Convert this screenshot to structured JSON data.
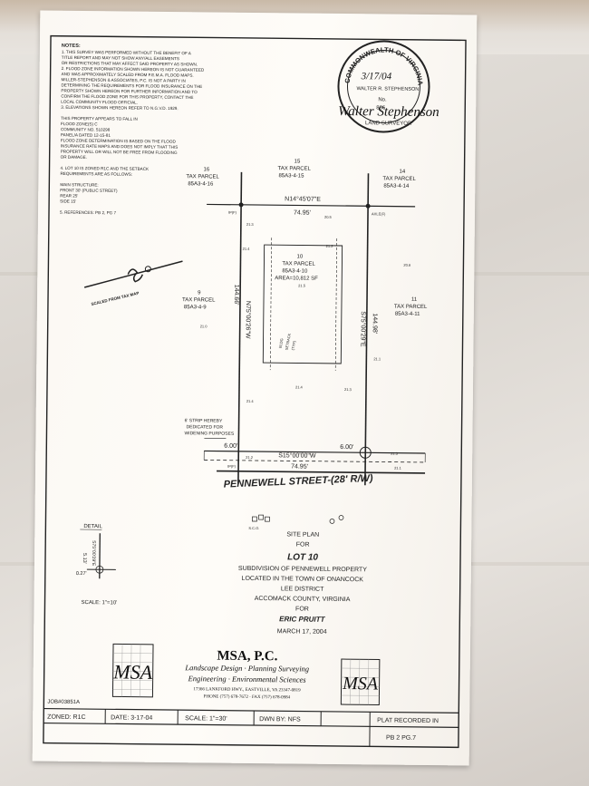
{
  "notes": {
    "title": "NOTES:",
    "lines": [
      "1. THIS SURVEY WAS PERFORMED WITHOUT THE BENEFIT OF A",
      "    TITLE REPORT AND MAY NOT SHOW ANY/ALL EASEMENTS",
      "    OR RESTRICTIONS THAT MAY AFFECT SAID PROPERTY AS SHOWN.",
      "2. FLOOD ZONE INFORMATION SHOWN HEREON IS NOT GUARANTEED",
      "    AND WAS APPROXIMATELY SCALED FROM F.E.M.A. FLOOD MAPS.",
      "    MILLER-STEPHENSON & ASSOCIATES, P.C. IS NOT A PARTY IN",
      "    DETERMINING THE REQUIREMENTS FOR FLOOD INSURANCE ON THE",
      "    PROPERTY SHOWN HEREON FOR FURTHER INFORMATION AND TO",
      "    CONFIRM THE FLOOD ZONE FOR THIS PROPERTY, CONTACT THE",
      "    LOCAL COMMUNITY FLOOD OFFICIAL.",
      "3. ELEVATIONS SHOWN HEREON REFER TO N.G.V.D. 1929.",
      "",
      "THIS PROPERTY APPEARS TO FALL IN",
      "FLOOD ZONE(S) C",
      "COMMUNITY NO. 510298",
      "PANEL/A  DATED 12-15-81",
      "    FLOOD ZONE DETERMINATION IS BASED ON THE FLOOD",
      "    INSURANCE RATE MAPS AND DOES NOT IMPLY THAT THIS",
      "    PROPERTY WILL OR WILL NOT BE FREE FROM FLOODING",
      "    OR DAMAGE.",
      "",
      "4. LOT 10 IS ZONED R1C AND THE SETBACK",
      "    REQUIREMENTS ARE AS FOLLOWS:",
      "",
      "    MAIN STRUCTURE:",
      "    FRONT    30' (PUBLIC STREET)",
      "    REAR      25'",
      "    SIDE       15'",
      "",
      "5. REFERENCES: PB 2, PG 7"
    ]
  },
  "seal": {
    "top": "COMMONWEALTH OF VIRGINIA",
    "date": "3/17/04",
    "name": "WALTER R. STEPHENSON",
    "no_label": "No.",
    "no": "866",
    "bottom": "LAND SURVEYOR",
    "signature": "Walter Stephenson"
  },
  "plan": {
    "parcel16": [
      "16",
      "TAX PARCEL",
      "85A3-4-16"
    ],
    "parcel15": [
      "15",
      "TAX PARCEL",
      "85A3-4-15"
    ],
    "parcel14": [
      "14",
      "TAX PARCEL",
      "85A3-4-14"
    ],
    "parcel9": [
      "9",
      "TAX PARCEL",
      "85A3-4-9"
    ],
    "parcel11": [
      "11",
      "TAX PARCEL",
      "85A3-4-11"
    ],
    "parcel10": [
      "10",
      "TAX PARCEL",
      "85A3-4-10",
      "AREA=10,812 SF"
    ],
    "north_bearing": "N14°45'07\"E",
    "north_dist": "74.95'",
    "west_dist": "144.66'",
    "west_bearing": "N75°00'26\"W",
    "east_dist": "144.98'",
    "east_bearing": "S75°00'29\"E",
    "south_bearing": "S15°00'00\"W",
    "south_dist": "74.95'",
    "setback_left": "6.00'",
    "setback_right": "6.00'",
    "strip_note": [
      "6' STRIP HEREBY",
      "DEDICATED FOR",
      "WIDENING PURPOSES"
    ],
    "street": "PENNEWELL STREET-(28' R/W)",
    "scaled_note": "SCALED FROM TAX MAP",
    "building_note": [
      "BLDG",
      "SETBACK",
      "(TYP)"
    ],
    "elevations": [
      "21.3",
      "20.5",
      "21.4",
      "21.2",
      "20.6",
      "21.0",
      "21.5",
      "21.1",
      "21.4",
      "21.4",
      "21.3",
      "21.2",
      "21.3",
      "21.1"
    ],
    "ipf_labels": [
      "IP(F)",
      "AXLE(F)",
      "IP(F)"
    ],
    "sco_label": "S.C.O."
  },
  "detail": {
    "label": "DETAIL",
    "dim1": "5.13'",
    "dim2": "0.27'",
    "bearing": "S75°00'29\"E",
    "scale": "SCALE: 1\"=10'"
  },
  "title_block": {
    "l1": "SITE PLAN",
    "l2": "FOR",
    "l3": "LOT 10",
    "l4": "SUBDIVISION OF PENNEWELL PROPERTY",
    "l5": "LOCATED IN THE TOWN OF ONANCOCK",
    "l6": "LEE DISTRICT",
    "l7": "ACCOMACK COUNTY, VIRGINIA",
    "l8": "FOR",
    "l9": "ERIC PRUITT",
    "l10": "MARCH 17, 2004"
  },
  "company": {
    "name": "MSA, P.C.",
    "line1": "Landscape Design · Planning Surveying",
    "line2": "Engineering · Environmental Sciences",
    "line3": "17366 LANKFORD HWY., EASTVILLE, VA 23347-0819",
    "line4": "PHONE (757) 678-7672 · FAX (757) 678-0984",
    "logo_letters": "MSA"
  },
  "footer": {
    "job": "JOB#03851A",
    "zoned": "ZONED: R1C",
    "date": "DATE: 3-17-04",
    "scale": "SCALE: 1\"=30'",
    "dwn": "DWN BY: NFS",
    "plat": "PLAT RECORDED IN",
    "pb": "PB 2 PG.7"
  }
}
